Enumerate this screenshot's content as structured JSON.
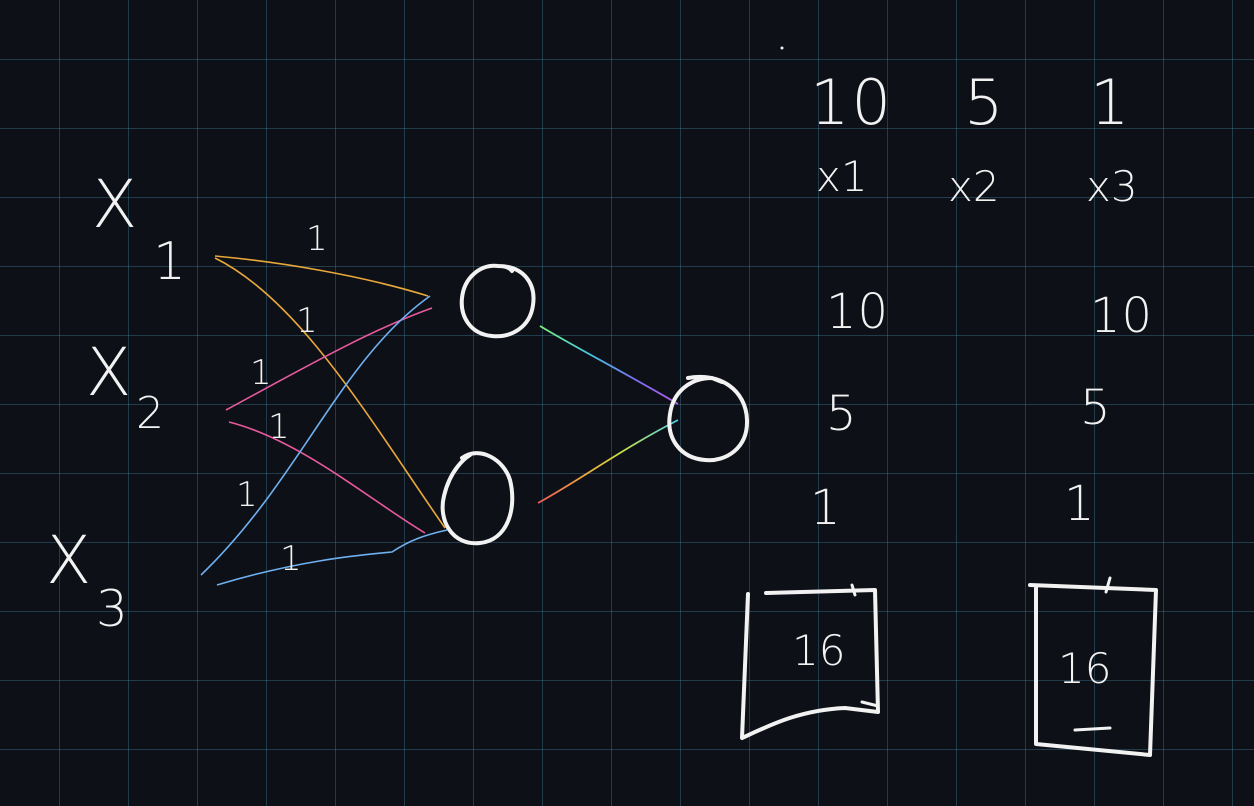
{
  "inputs": [
    {
      "letter": "X",
      "sub": "1"
    },
    {
      "letter": "X",
      "sub": "2"
    },
    {
      "letter": "X",
      "sub": "3"
    }
  ],
  "weights": [
    "1",
    "1",
    "1",
    "1",
    "1",
    "1"
  ],
  "values_row": [
    "10",
    "5",
    "1"
  ],
  "labels_row": [
    "x1",
    "x2",
    "x3"
  ],
  "column_left": {
    "values": [
      "10",
      "5",
      "1"
    ],
    "sum": "16"
  },
  "column_right": {
    "values": [
      "10",
      "5",
      "1"
    ],
    "sum": "16"
  },
  "colors": {
    "background": "#0e1017",
    "grid": "#3a6f86",
    "ink": "#f2f2f2",
    "orange": "#e8a83a",
    "pink": "#e85a9e",
    "blue": "#6fb0f0"
  }
}
